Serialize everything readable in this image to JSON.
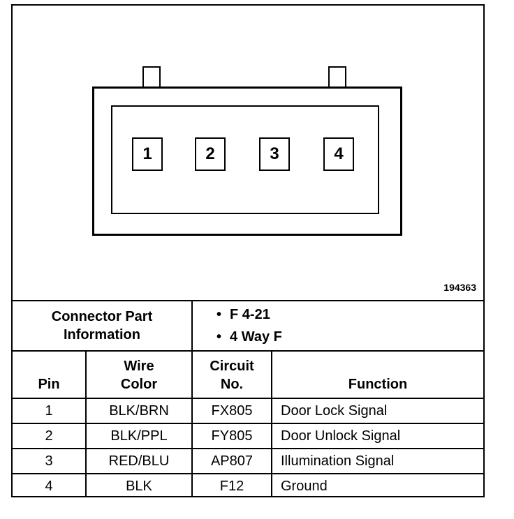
{
  "figure_id": "194363",
  "connector": {
    "pins": [
      "1",
      "2",
      "3",
      "4"
    ]
  },
  "part_info": {
    "label_line1": "Connector Part",
    "label_line2": "Information",
    "items": [
      "F 4-21",
      "4 Way F"
    ]
  },
  "table": {
    "headers": {
      "pin": "Pin",
      "wire_line1": "Wire",
      "wire_line2": "Color",
      "circuit_line1": "Circuit",
      "circuit_line2": "No.",
      "function": "Function"
    },
    "rows": [
      {
        "pin": "1",
        "wire": "BLK/BRN",
        "circuit": "FX805",
        "function": "Door Lock Signal"
      },
      {
        "pin": "2",
        "wire": "BLK/PPL",
        "circuit": "FY805",
        "function": "Door Unlock Signal"
      },
      {
        "pin": "3",
        "wire": "RED/BLU",
        "circuit": "AP807",
        "function": "Illumination Signal"
      },
      {
        "pin": "4",
        "wire": "BLK",
        "circuit": "F12",
        "function": "Ground"
      }
    ]
  }
}
